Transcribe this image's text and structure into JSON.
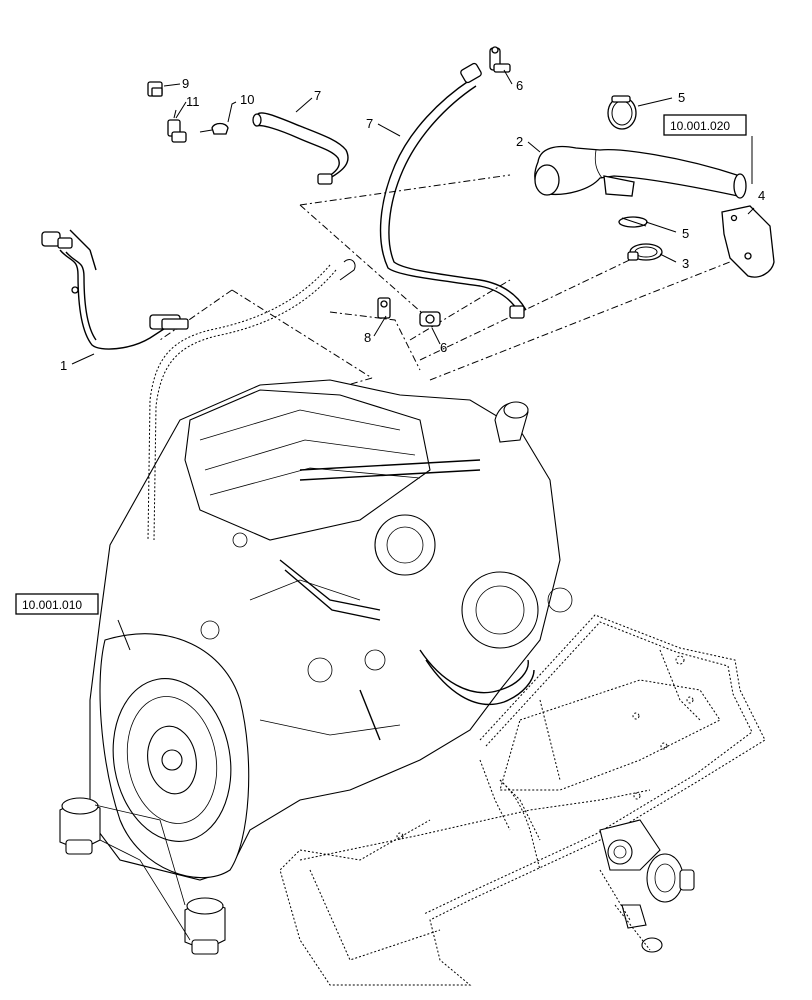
{
  "callouts": {
    "c1": "1",
    "c2": "2",
    "c3": "3",
    "c4": "4",
    "c5a": "5",
    "c5b": "5",
    "c6a": "6",
    "c6b": "6",
    "c7a": "7",
    "c7b": "7",
    "c8": "8",
    "c9": "9",
    "c10": "10",
    "c11": "11"
  },
  "references": {
    "upper": "10.001.020",
    "lower": "10.001.010"
  },
  "colors": {
    "line": "#000000",
    "background": "#ffffff"
  }
}
